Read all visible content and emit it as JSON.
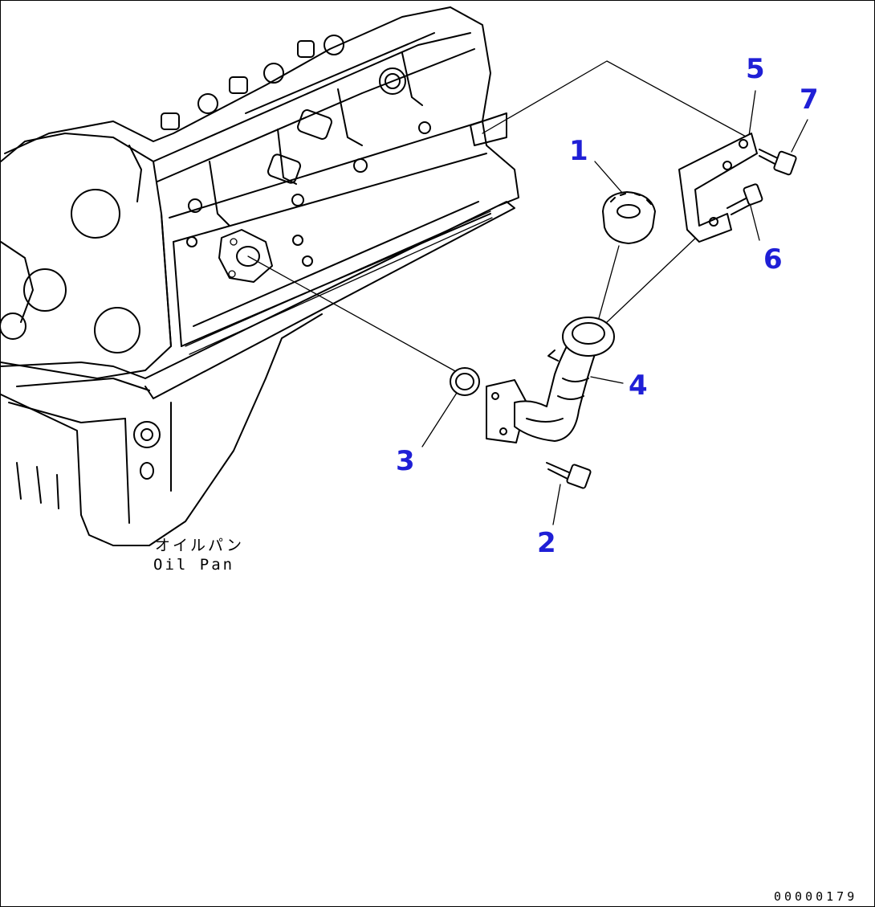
{
  "diagram": {
    "callouts": {
      "c1": "1",
      "c2": "2",
      "c3": "3",
      "c4": "4",
      "c5": "5",
      "c6": "6",
      "c7": "7"
    },
    "label_oil_pan_jp": "オイルパン",
    "label_oil_pan_en": "Oil Pan",
    "drawing_number": "00000179",
    "callout_color": "#1f1fd6"
  }
}
